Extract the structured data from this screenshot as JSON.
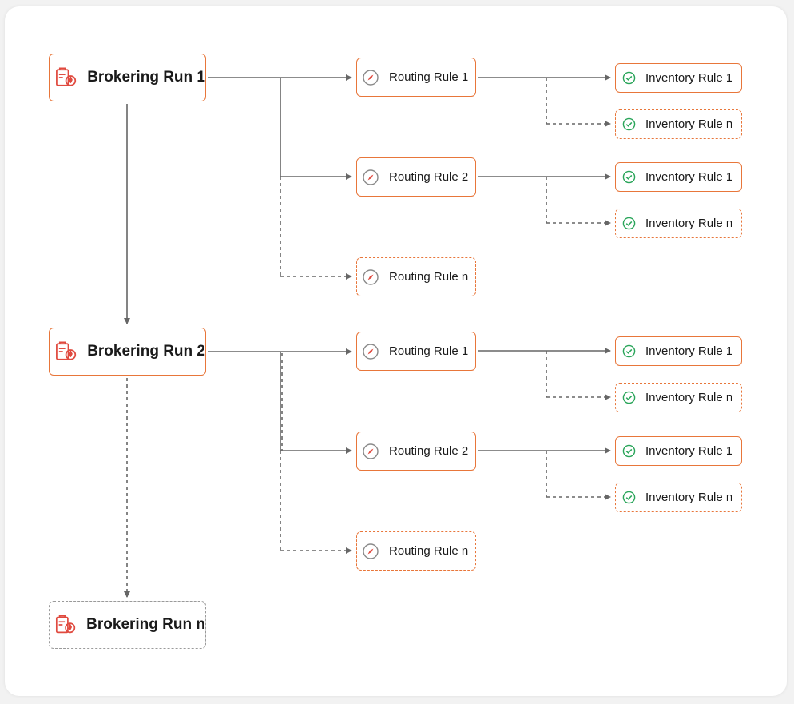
{
  "colors": {
    "accent": "#e8763a",
    "routing_icon": "#e04a3f",
    "inventory_icon": "#2aa55a",
    "connector": "#666666"
  },
  "brokering_runs": [
    {
      "label": "Brokering Run 1",
      "routing_rules": [
        {
          "label": "Routing Rule 1",
          "inventory_rules": [
            "Inventory Rule 1",
            "Inventory Rule n"
          ]
        },
        {
          "label": "Routing Rule 2",
          "inventory_rules": [
            "Inventory Rule 1",
            "Inventory Rule n"
          ]
        },
        {
          "label": "Routing Rule n",
          "inventory_rules": []
        }
      ]
    },
    {
      "label": "Brokering Run 2",
      "routing_rules": [
        {
          "label": "Routing Rule 1",
          "inventory_rules": [
            "Inventory Rule 1",
            "Inventory Rule n"
          ]
        },
        {
          "label": "Routing Rule 2",
          "inventory_rules": [
            "Inventory Rule 1",
            "Inventory Rule n"
          ]
        },
        {
          "label": "Routing Rule n",
          "inventory_rules": []
        }
      ]
    },
    {
      "label": "Brokering Run n",
      "routing_rules": []
    }
  ],
  "icons": {
    "brokering_run": "clipboard-compass-icon",
    "routing_rule": "compass-icon",
    "inventory_rule": "check-circle-icon"
  }
}
